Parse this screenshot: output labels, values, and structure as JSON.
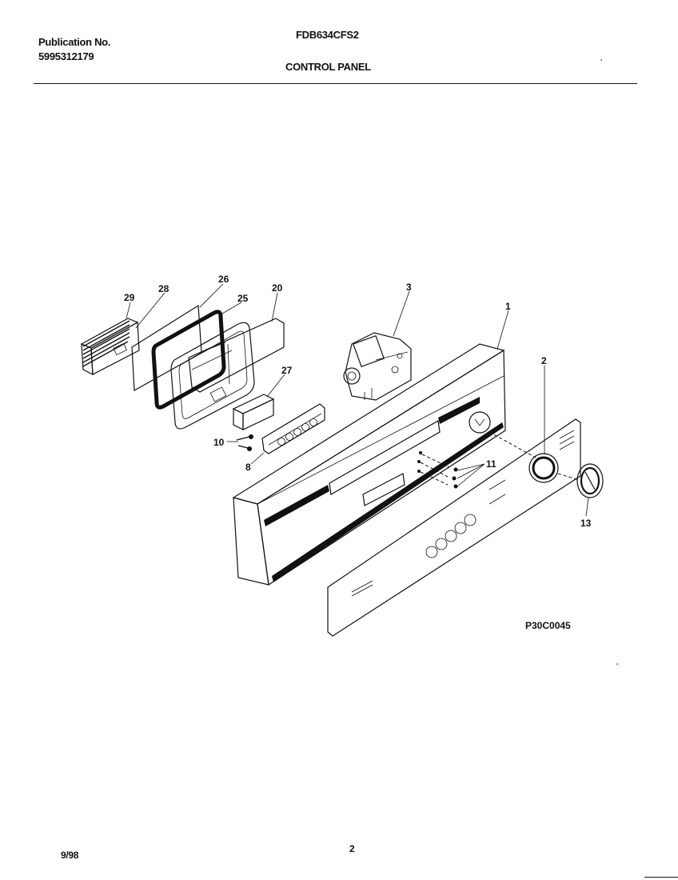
{
  "header": {
    "publication_label": "Publication No.",
    "publication_number": "5995312179",
    "model": "FDB634CFS2",
    "section_title": "CONTROL PANEL"
  },
  "diagram": {
    "figure_code": "P30C0045",
    "callouts": {
      "c1": "1",
      "c2": "2",
      "c3": "3",
      "c8": "8",
      "c10": "10",
      "c11": "11",
      "c13": "13",
      "c20": "20",
      "c25": "25",
      "c26": "26",
      "c27": "27",
      "c28": "28",
      "c29": "29"
    }
  },
  "footer": {
    "date": "9/98",
    "page_number": "2"
  }
}
